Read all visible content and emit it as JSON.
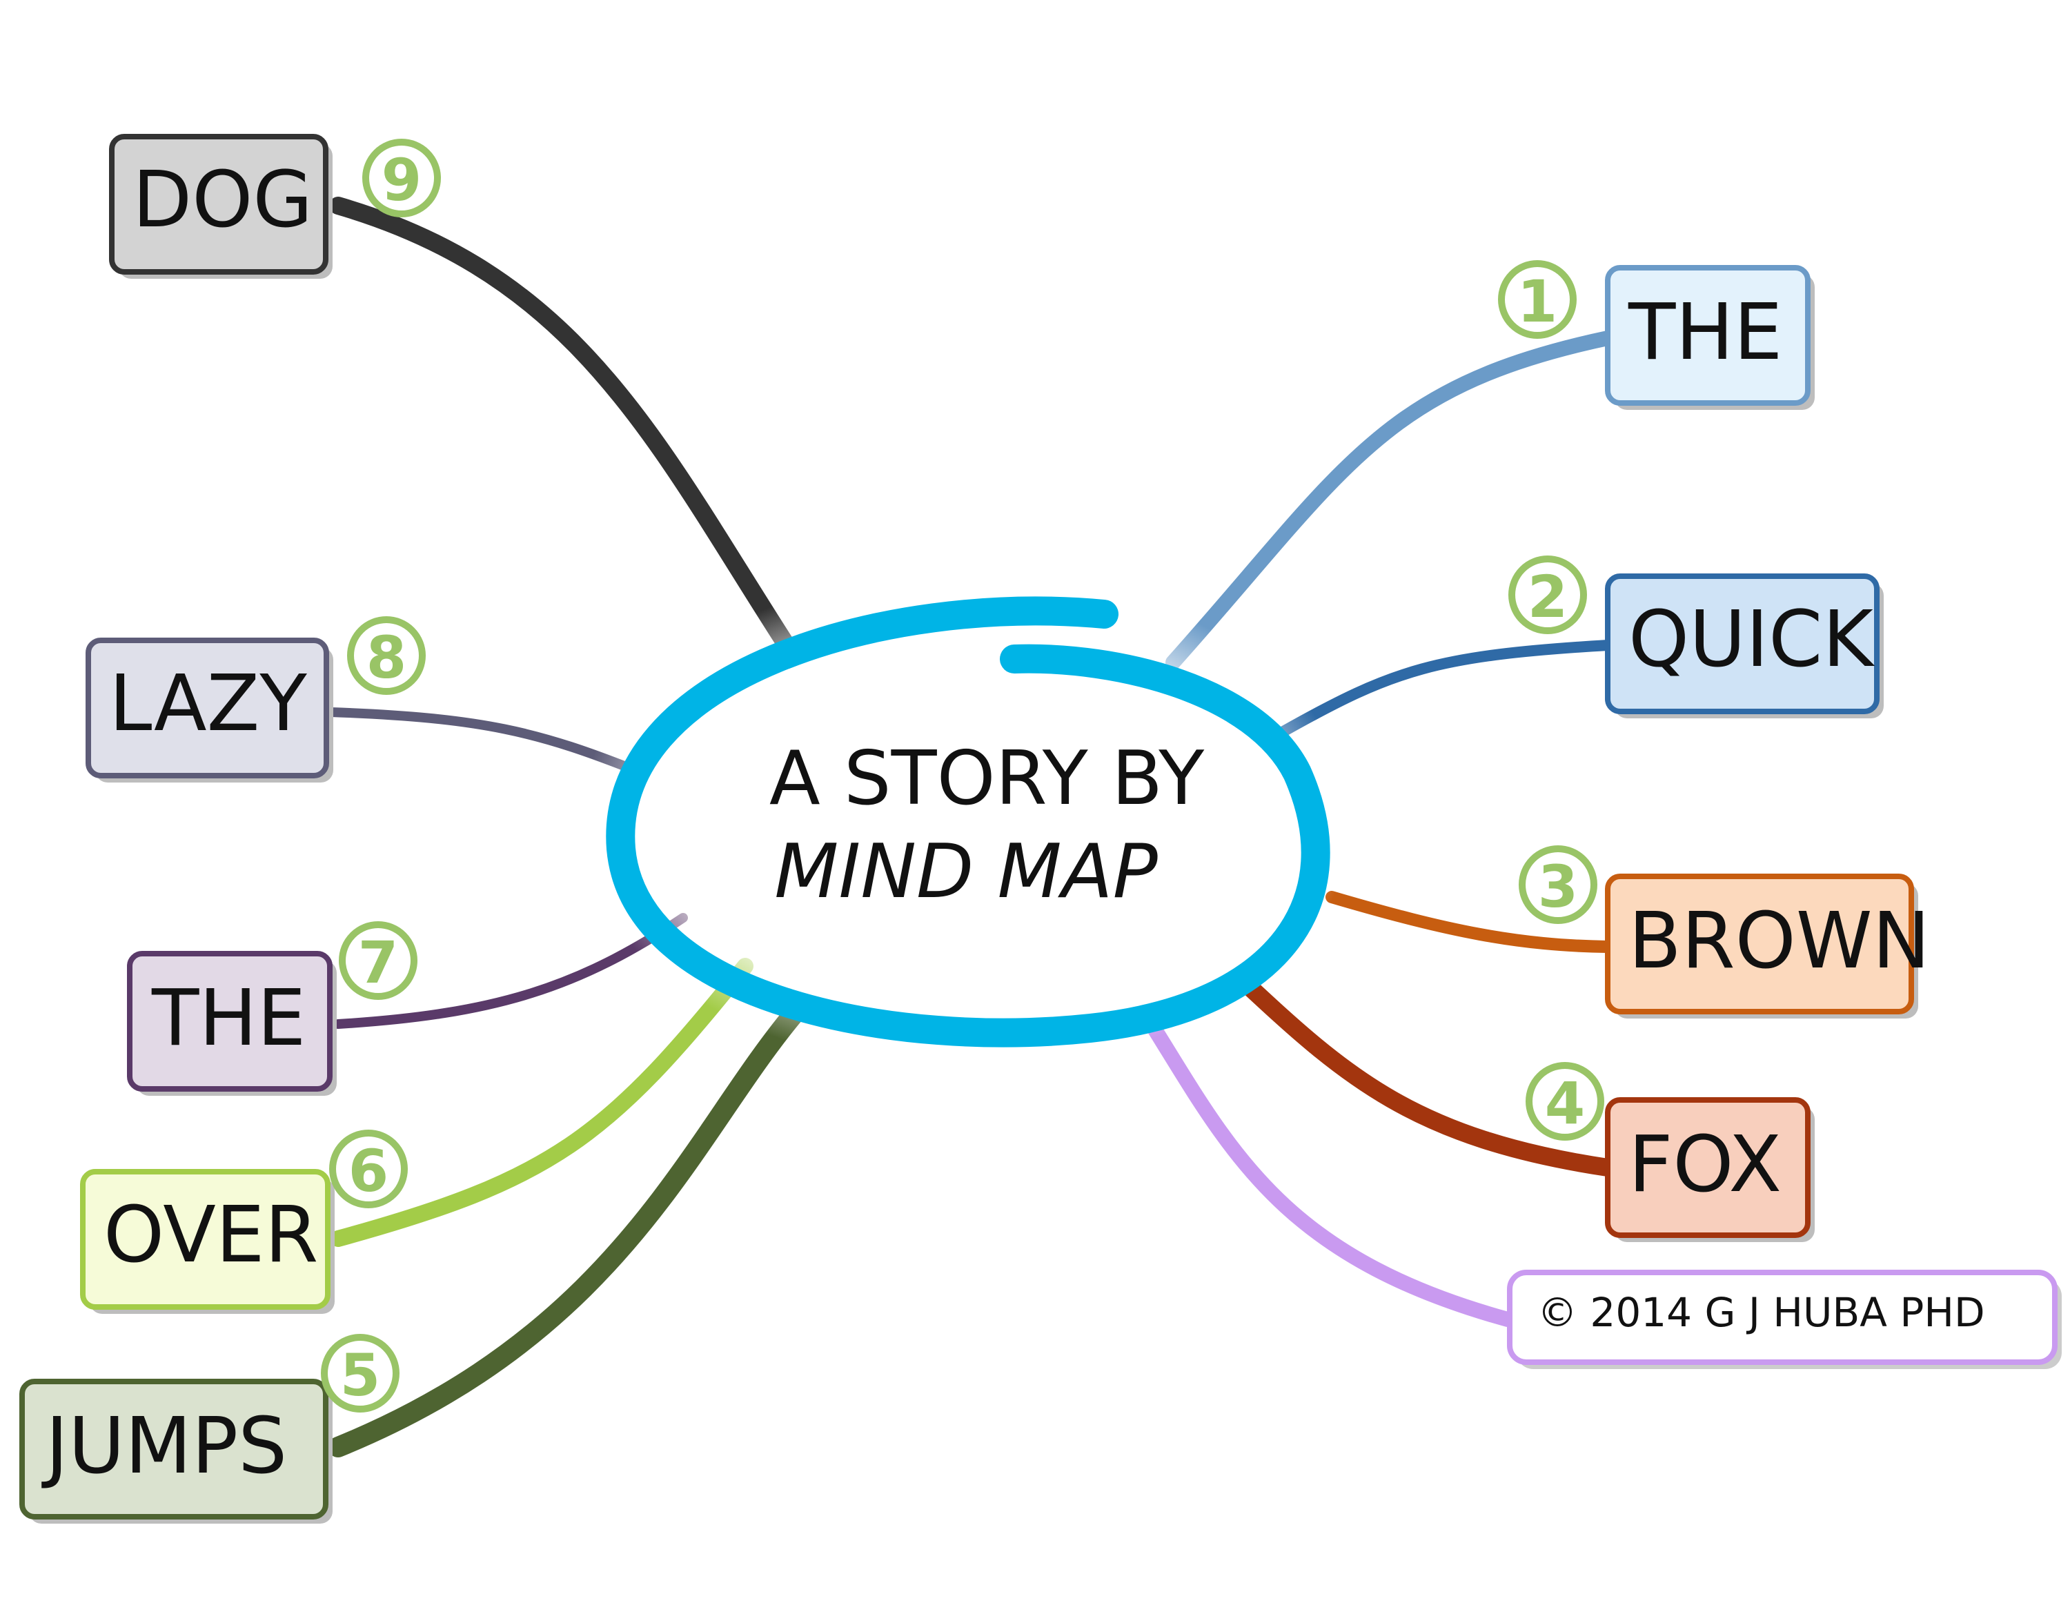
{
  "center": {
    "line1": "A STORY BY",
    "line2": "MIND MAP",
    "ring_color": "#00b4e6"
  },
  "nodes": [
    {
      "id": "the-1",
      "label": "THE",
      "order": "1",
      "fill": "#e3f2fc",
      "stroke": "#6b9bc8"
    },
    {
      "id": "quick",
      "label": "QUICK",
      "order": "2",
      "fill": "#cfe3f6",
      "stroke": "#2f6aa6"
    },
    {
      "id": "brown",
      "label": "BROWN",
      "order": "3",
      "fill": "#fcd9bd",
      "stroke": "#c75d10"
    },
    {
      "id": "fox",
      "label": "FOX",
      "order": "4",
      "fill": "#f8cfbd",
      "stroke": "#a3350e"
    },
    {
      "id": "jumps",
      "label": "JUMPS",
      "order": "5",
      "fill": "#dae2cf",
      "stroke": "#4e6431"
    },
    {
      "id": "over",
      "label": "OVER",
      "order": "6",
      "fill": "#f6fbd8",
      "stroke": "#a3cc48"
    },
    {
      "id": "the-7",
      "label": "THE",
      "order": "7",
      "fill": "#e2d9e6",
      "stroke": "#5a3a69"
    },
    {
      "id": "lazy",
      "label": "LAZY",
      "order": "8",
      "fill": "#dfe0ea",
      "stroke": "#5d5c78"
    },
    {
      "id": "dog",
      "label": "DOG",
      "order": "9",
      "fill": "#d3d3d3",
      "stroke": "#333333"
    }
  ],
  "copyright": {
    "label": "© 2014 G J HUBA PHD",
    "stroke": "#c99af0"
  },
  "badge_color": "#99c466"
}
